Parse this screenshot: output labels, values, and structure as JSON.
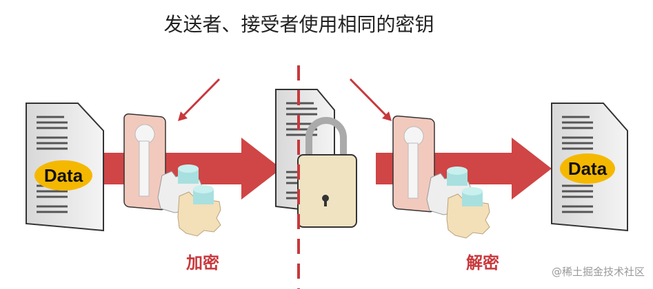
{
  "title": "发送者、接受者使用相同的密钥",
  "plaintext_label": "Data",
  "decrypted_label": "Data",
  "encrypt_label": "加密",
  "decrypt_label": "解密",
  "watermark": "@稀土掘金技术社区",
  "colors": {
    "arrow": "#d04545",
    "label": "#c8383c",
    "data_oval": "#f5b800",
    "key_card": "#f2c9bd",
    "gear": "#f3dfb8",
    "cylinder": "#a8e0df",
    "lock": "#f0e3c2"
  }
}
